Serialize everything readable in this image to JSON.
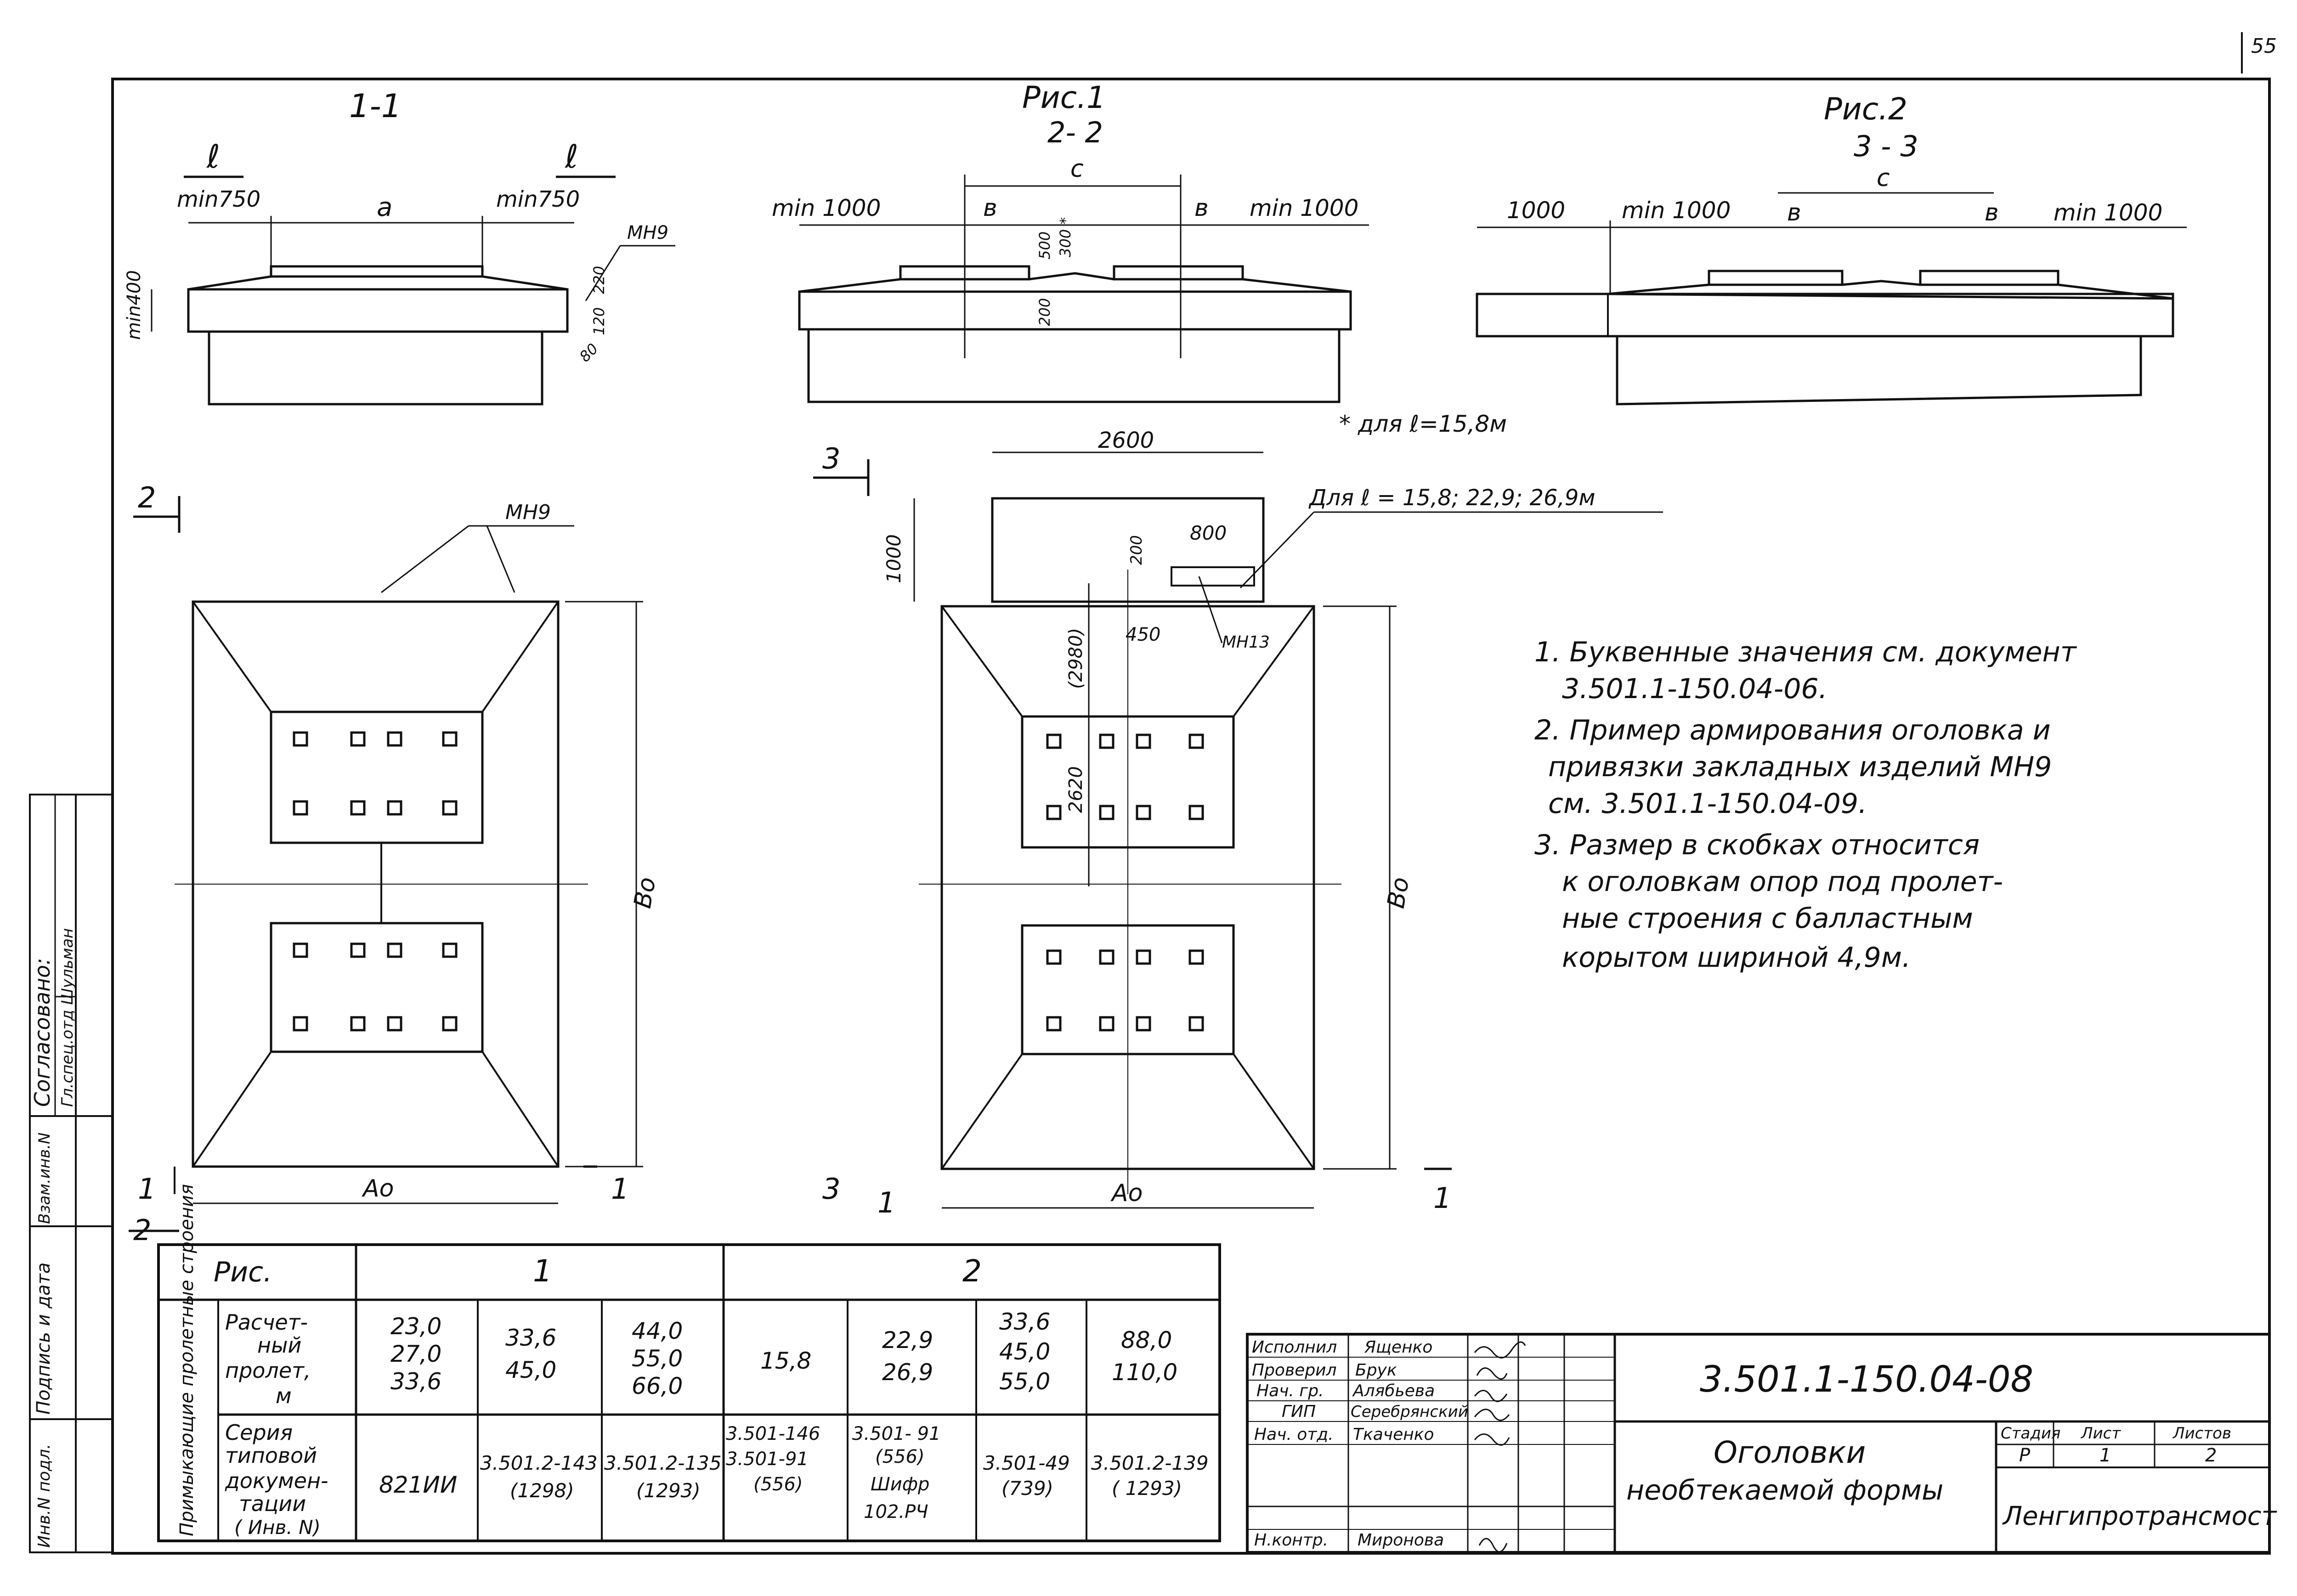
{
  "sheet_number": "55",
  "figures": {
    "fig1_title": "Рис.1",
    "fig2_title": "Рис.2",
    "section_1_1": "1-1",
    "section_2_2": "2- 2",
    "section_3_3": "3 - 3",
    "mark_l": "ℓ",
    "mark_2": "2",
    "mark_3": "3",
    "mark_1": "1"
  },
  "dims": {
    "min750": "min750",
    "a": "a",
    "min1000": "min 1000",
    "b": "в",
    "c": "c",
    "d1000": "1000",
    "d500": "500",
    "d300": "300 *",
    "d200": "200",
    "d120": "120",
    "d220": "220",
    "d80": "80",
    "min400": "min400",
    "mh9": "МН9",
    "mh13": "МН13",
    "d2600": "2600",
    "d800": "800",
    "d450": "450",
    "d200b": "200",
    "d2980": "(2980)",
    "d2620": "2620",
    "b0": "Во",
    "a0": "Ао",
    "note_star": "* для  ℓ=15,8м",
    "note_for": "Для  ℓ = 15,8; 22,9; 26,9м"
  },
  "notes": [
    "1. Буквенные значения  см. документ",
    "3.501.1-150.04-06.",
    "2. Пример армирования оголовка и",
    "привязки  закладных  изделий МН9",
    "см. 3.501.1-150.04-09.",
    "3. Размер в скобках  относится",
    "к оголовкам  опор под пролет-",
    "ные  строения  с балластным",
    "корытом  шириной  4,9м."
  ],
  "table": {
    "header_fig": "Рис.",
    "group1": "1",
    "group2": "2",
    "group_label": "Примыкающие пролетные строения",
    "row1_label": [
      "Расчет-",
      "ный",
      "пролет,",
      "м"
    ],
    "row2_label": [
      "Серия",
      "типовой",
      "докумен-",
      "тации",
      "( Инв. N)"
    ],
    "spans": [
      [
        "23,0",
        "27,0",
        "33,6"
      ],
      [
        "33,6",
        "45,0"
      ],
      [
        "44,0",
        "55,0",
        "66,0"
      ],
      [
        "15,8"
      ],
      [
        "22,9",
        "26,9"
      ],
      [
        "33,6",
        "45,0",
        "55,0"
      ],
      [
        "88,0",
        "110,0"
      ]
    ],
    "series": [
      [
        "821ИИ"
      ],
      [
        "3.501.2-143",
        "(1298)"
      ],
      [
        "3.501.2-135",
        "(1293)"
      ],
      [
        "3.501-146",
        "3.501-91",
        "(556)"
      ],
      [
        "3.501- 91",
        "(556)",
        "Шифр",
        "102.РЧ"
      ],
      [
        "3.501-49",
        "(739)"
      ],
      [
        "3.501.2-139",
        "( 1293)"
      ]
    ]
  },
  "stamp": {
    "doc_code": "3.501.1-150.04-08",
    "title_1": "Оголовки",
    "title_2": "необтекаемой формы",
    "roles": [
      "Исполнил",
      "Проверил",
      "Нач. гр.",
      "ГИП",
      "Нач. отд.",
      "",
      "Н.контр."
    ],
    "names": [
      "Ященко",
      "Брук",
      "Алябьева",
      "Серебрянский",
      "Ткаченко",
      "",
      "Миронова"
    ],
    "stage_label": "Стадия",
    "sheet_label": "Лист",
    "sheets_label": "Листов",
    "stage": "Р",
    "sheet": "1",
    "sheets": "2",
    "org": "Ленгипротрансмост"
  },
  "side_stamp": {
    "agreed": "Согласовано:",
    "agreed_names": "Гл.спец.отд  Шульман",
    "inv_orig": "Инв.N подл.",
    "sign_date": "Подпись и дата",
    "replace_inv": "Взам.инв.N"
  }
}
